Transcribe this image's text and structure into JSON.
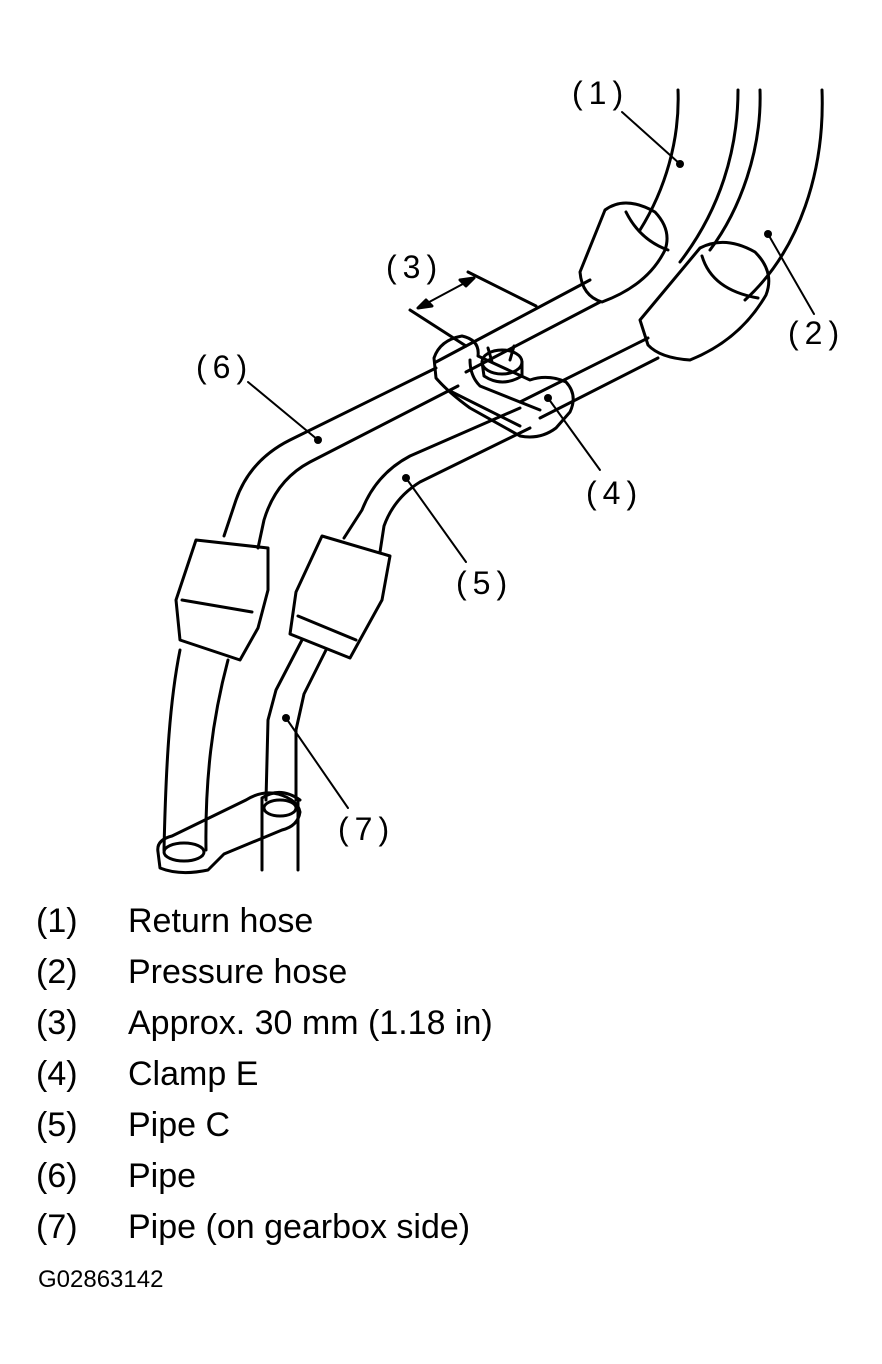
{
  "callouts": [
    "(1)",
    "(2)",
    "(3)",
    "(4)",
    "(5)",
    "(6)",
    "(7)"
  ],
  "legend": [
    {
      "num": "(1)",
      "text": "Return hose"
    },
    {
      "num": "(2)",
      "text": "Pressure hose"
    },
    {
      "num": "(3)",
      "text": "Approx. 30 mm (1.18 in)"
    },
    {
      "num": "(4)",
      "text": "Clamp E"
    },
    {
      "num": "(5)",
      "text": "Pipe C"
    },
    {
      "num": "(6)",
      "text": "Pipe"
    },
    {
      "num": "(7)",
      "text": "Pipe (on gearbox side)"
    }
  ],
  "figure_code": "G02863142"
}
